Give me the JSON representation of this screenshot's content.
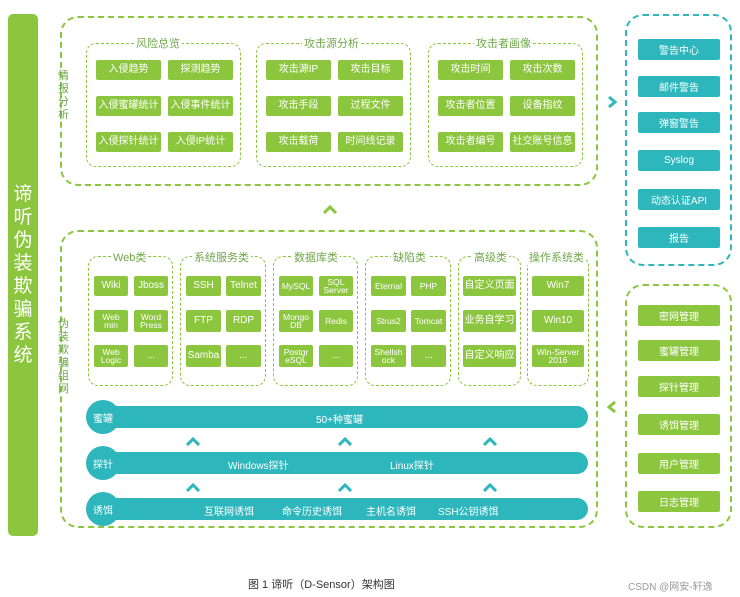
{
  "system_title": "谛听伪装欺骗系统",
  "intel": {
    "label": "情报分析",
    "groups": [
      {
        "title": "风险总览",
        "items": [
          "入侵趋势",
          "探测趋势",
          "入侵蜜罐统计",
          "入侵事件统计",
          "入侵探针统计",
          "入侵IP统计"
        ]
      },
      {
        "title": "攻击源分析",
        "items": [
          "攻击源IP",
          "攻击目标",
          "攻击手段",
          "过程文件",
          "攻击载荷",
          "时间线记录"
        ]
      },
      {
        "title": "攻击者画像",
        "items": [
          "攻击时间",
          "攻击次数",
          "攻击者位置",
          "设备指纹",
          "攻击者编号",
          "社交账号信息"
        ]
      }
    ]
  },
  "decoy_net": {
    "label": "伪装欺骗组网",
    "groups": [
      {
        "title": "Web类",
        "items": [
          "Wiki",
          "Jboss",
          "Web\nmin",
          "Word\nPress",
          "Web\nLogic",
          "..."
        ]
      },
      {
        "title": "系统服务类",
        "items": [
          "SSH",
          "Telnet",
          "FTP",
          "RDP",
          "Samba",
          "..."
        ]
      },
      {
        "title": "数据库类",
        "items": [
          "MySQL",
          "SQL\nServer",
          "Mongo\nDB",
          "Redis",
          "Postgr\neSQL",
          "..."
        ]
      },
      {
        "title": "缺陷类",
        "items": [
          "Eternal",
          "PHP",
          "Strus2",
          "Tomcat",
          "Shellsh\nock",
          "..."
        ]
      },
      {
        "title": "高级类",
        "items": [
          "自定义页面",
          "业务自学习",
          "自定义响应"
        ]
      },
      {
        "title": "操作系统类",
        "items": [
          "Win7",
          "Win10",
          "Win-Server\n2016"
        ]
      }
    ]
  },
  "layers": {
    "honeypot": {
      "label": "蜜罐",
      "text": "50+种蜜罐"
    },
    "probe": {
      "label": "探针",
      "texts": [
        "Windows探针",
        "Linux探针"
      ]
    },
    "bait": {
      "label": "诱饵",
      "texts": [
        "互联网诱饵",
        "命令历史诱饵",
        "主机名诱饵",
        "SSH公钥诱饵"
      ]
    }
  },
  "alerts": [
    "警告中心",
    "邮件警告",
    "弹窗警告",
    "Syslog",
    "动态认证API",
    "报告"
  ],
  "management": [
    "密网管理",
    "蜜罐管理",
    "探针管理",
    "诱饵管理",
    "用户管理",
    "日志管理"
  ],
  "caption": "图 1  谛听（D-Sensor）架构图",
  "watermark": "CSDN @网安-轩逸",
  "colors": {
    "green": "#8cc63f",
    "teal": "#2db7bd",
    "label_green": "#6fa84a"
  }
}
